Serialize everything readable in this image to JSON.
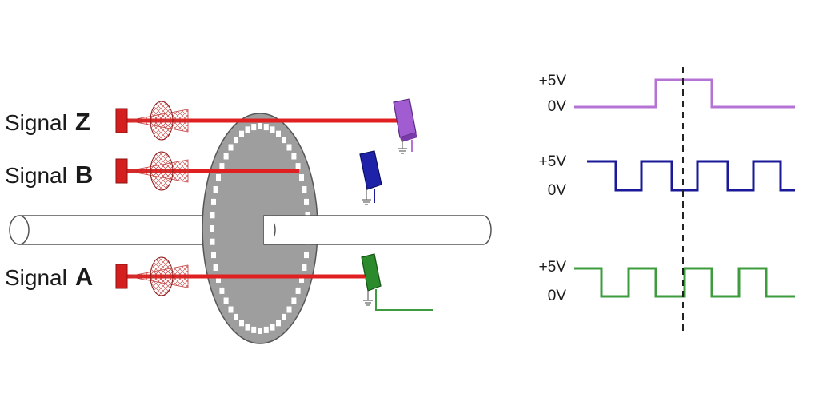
{
  "signals": [
    {
      "name": "Z",
      "prefix": "Signal",
      "color": "#b673d6",
      "detector_color": "#a15cd1"
    },
    {
      "name": "B",
      "prefix": "Signal",
      "color": "#1a1a99",
      "detector_color": "#1d22a8"
    },
    {
      "name": "A",
      "prefix": "Signal",
      "color": "#3e9b3e",
      "detector_color": "#2b8a2b"
    }
  ],
  "voltage_labels": {
    "high": "+5V",
    "low": "0V"
  },
  "colors": {
    "laser": "#e02020",
    "emitter": "#d51f1f",
    "disk": "#9e9e9e",
    "shaft": "#ffffff",
    "outline": "#555555"
  },
  "waveforms": {
    "Z": [
      0,
      1,
      0
    ],
    "B": [
      1,
      0,
      1,
      0,
      1,
      0,
      1,
      0
    ],
    "A": [
      1,
      0,
      1,
      0,
      1,
      0,
      1,
      0
    ]
  }
}
